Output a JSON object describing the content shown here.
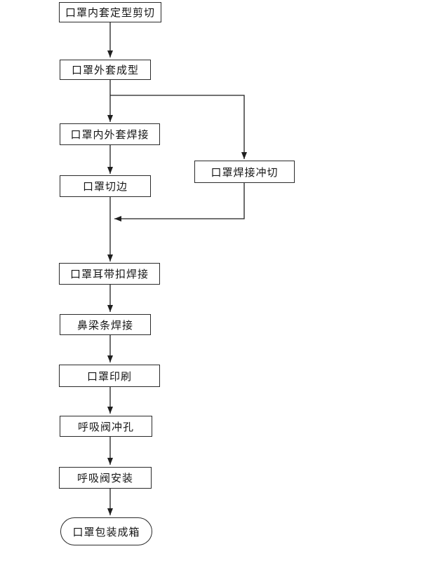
{
  "flowchart": {
    "description": "Mask production process flowchart",
    "colors": {
      "background": "#ffffff",
      "line": "#1f1f1f",
      "box_border": "#2a2a2a",
      "text": "#161616"
    },
    "nodes": [
      {
        "id": "n1",
        "shape": "rect",
        "label": "口罩内套定型剪切"
      },
      {
        "id": "n2",
        "shape": "rect",
        "label": "口罩外套成型"
      },
      {
        "id": "n3",
        "shape": "rect",
        "label": "口罩内外套焊接"
      },
      {
        "id": "nR",
        "shape": "rect",
        "label": "口罩焊接冲切"
      },
      {
        "id": "n4",
        "shape": "rect",
        "label": "口罩切边"
      },
      {
        "id": "n5",
        "shape": "rect",
        "label": "口罩耳带扣焊接"
      },
      {
        "id": "n6",
        "shape": "rect",
        "label": "鼻梁条焊接"
      },
      {
        "id": "n7",
        "shape": "rect",
        "label": "口罩印刷"
      },
      {
        "id": "n8",
        "shape": "rect",
        "label": "呼吸阀冲孔"
      },
      {
        "id": "n9",
        "shape": "rect",
        "label": "呼吸阀安装"
      },
      {
        "id": "n10",
        "shape": "terminator",
        "label": "口罩包装成箱"
      }
    ],
    "edges": [
      {
        "from": "n1",
        "to": "n2",
        "type": "arrow-down"
      },
      {
        "from": "n2",
        "to": "n3",
        "type": "arrow-down"
      },
      {
        "from": "n2",
        "to": "nR",
        "type": "branch-right-then-down"
      },
      {
        "from": "n3",
        "to": "n4",
        "type": "arrow-down"
      },
      {
        "from": "nR",
        "to": "n4-n5-trunk",
        "type": "down-then-left-merge"
      },
      {
        "from": "n4",
        "to": "n5",
        "type": "arrow-down"
      },
      {
        "from": "n5",
        "to": "n6",
        "type": "arrow-down"
      },
      {
        "from": "n6",
        "to": "n7",
        "type": "arrow-down"
      },
      {
        "from": "n7",
        "to": "n8",
        "type": "arrow-down"
      },
      {
        "from": "n8",
        "to": "n9",
        "type": "arrow-down"
      },
      {
        "from": "n9",
        "to": "n10",
        "type": "arrow-down"
      }
    ]
  }
}
